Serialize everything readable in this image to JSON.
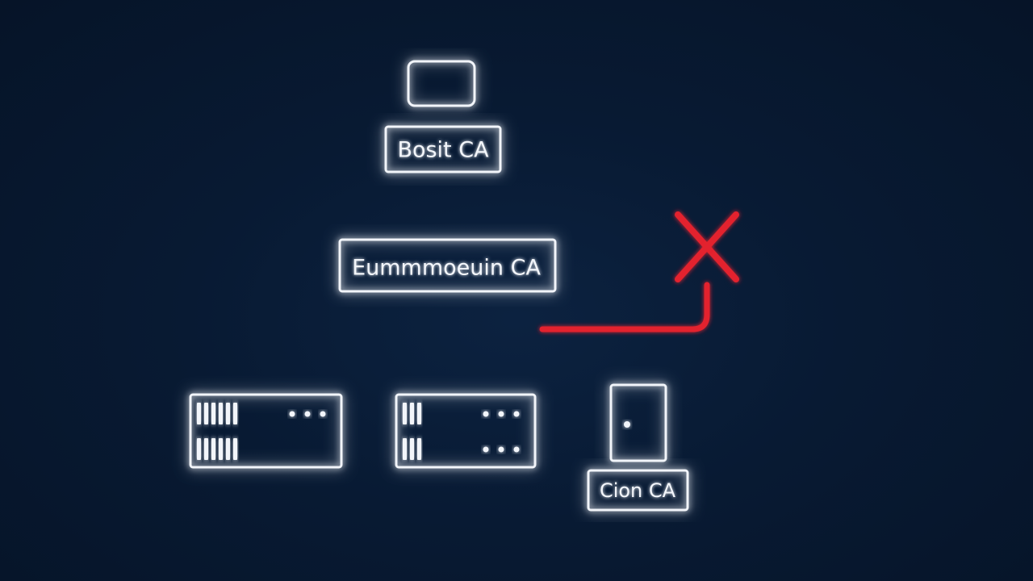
{
  "nodes": {
    "root": {
      "label": "Bosit CA"
    },
    "intermediate": {
      "label": "Eummmoeuin CA"
    },
    "issuing": {
      "label": "Cion CA"
    }
  },
  "status": {
    "revoked_marker": "x-mark-icon"
  },
  "colors": {
    "background": "#081a33",
    "stroke": "#f2f5fa",
    "revoked": "#e3232e"
  }
}
